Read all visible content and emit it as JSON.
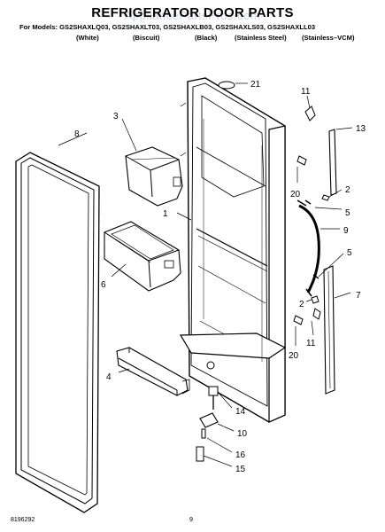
{
  "header": {
    "title": "REFRIGERATOR DOOR PARTS",
    "watermark": "AppliancePartsPros.com",
    "models_label": "For Models: GS2SHAXLQ03, GS2SHAXLT03, GS2SHAXLB03, GS2SHAXLS03, GS2SHAXLL03",
    "colors": [
      "(White)",
      "(Biscuit)",
      "(Black)",
      "(Stainless Steel)",
      "(Stainless–VCM)"
    ]
  },
  "callouts": [
    "21",
    "11",
    "13",
    "3",
    "8",
    "1",
    "20",
    "2",
    "5",
    "9",
    "6",
    "5",
    "7",
    "2",
    "11",
    "20",
    "4",
    "14",
    "10",
    "16",
    "15"
  ],
  "footer": {
    "part_number": "8196292",
    "page": "9"
  }
}
